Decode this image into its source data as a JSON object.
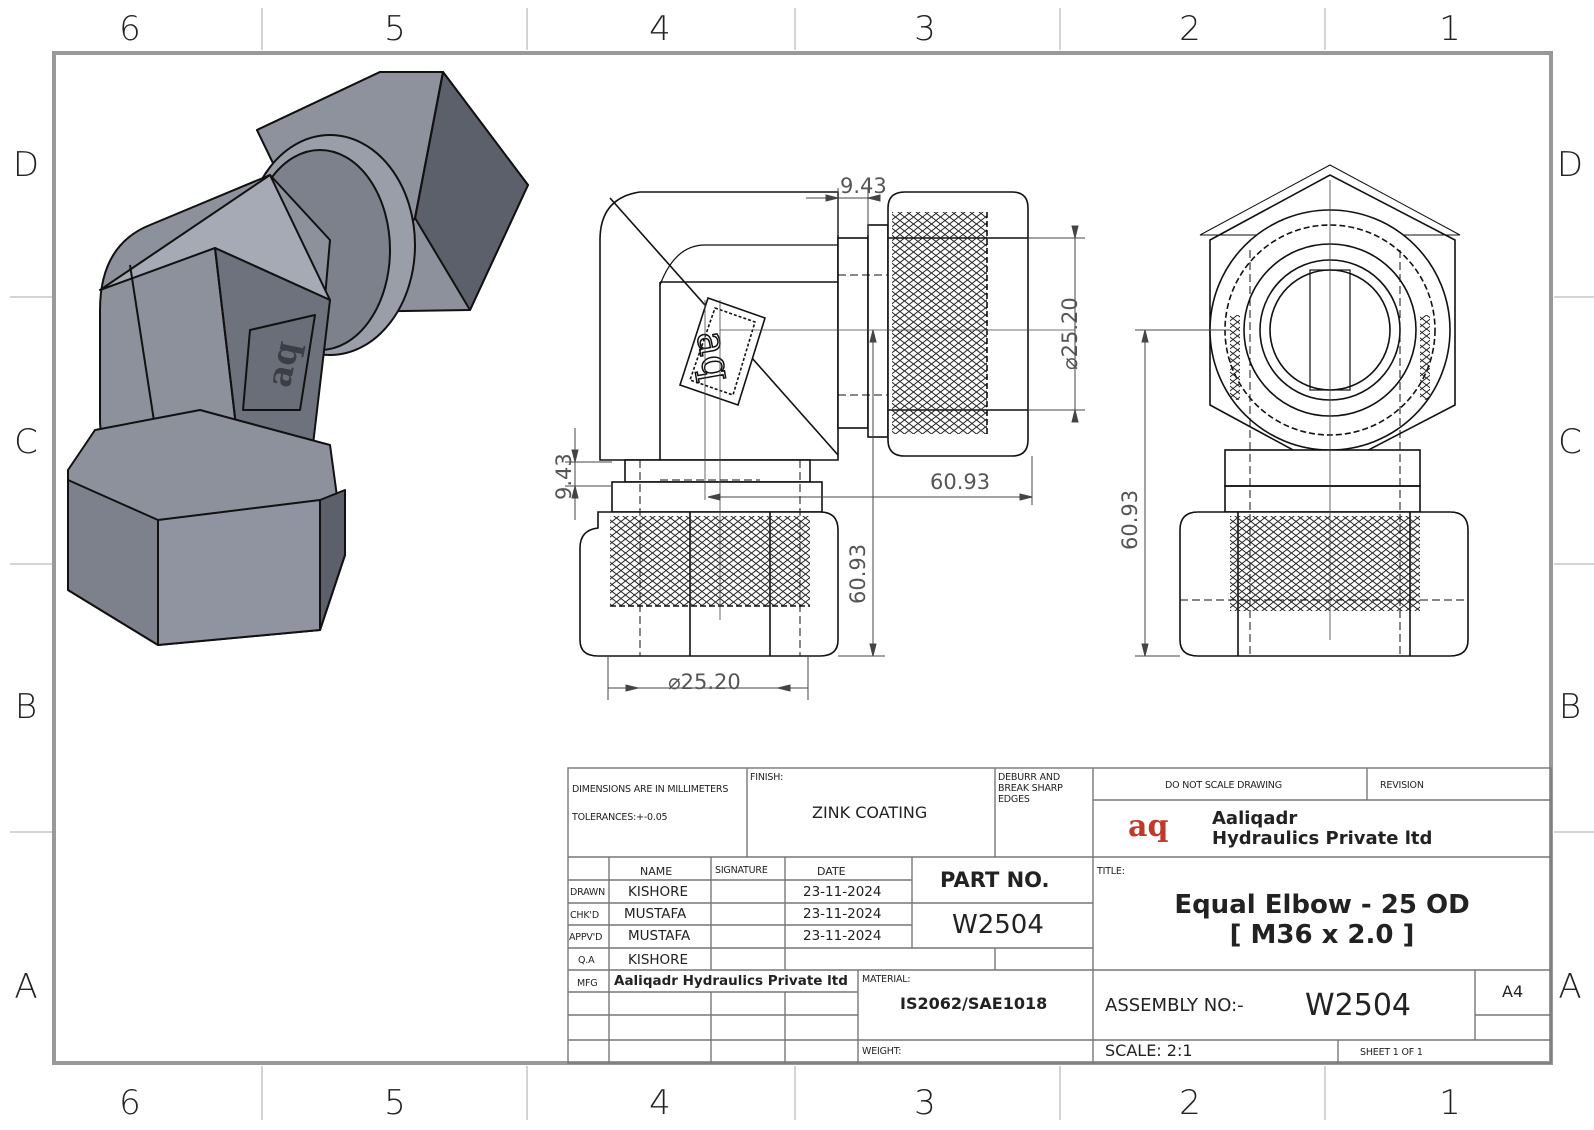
{
  "zones": {
    "columns": [
      "6",
      "5",
      "4",
      "3",
      "2",
      "1"
    ],
    "rows": [
      "D",
      "C",
      "B",
      "A"
    ]
  },
  "dimensions": {
    "top_offset": "9.43",
    "side_offset": "9.43",
    "thread_dia": "25.20",
    "thread_dia_bottom": "25.20",
    "width": "60.93",
    "height_front": "60.93",
    "height_side": "60.93",
    "diameter_symbol": "⌀"
  },
  "title_block": {
    "dims_note": "DIMENSIONS ARE IN MILLIMETERS",
    "tolerances": "TOLERANCES:+-0.05",
    "finish_label": "FINISH:",
    "finish_value": "ZINK COATING",
    "deburr_note": "DEBURR AND BREAK SHARP EDGES",
    "do_not_scale": "DO NOT SCALE DRAWING",
    "revision_label": "REVISION",
    "company_logo": "aq",
    "company_name_line1": "Aaliqadr",
    "company_name_line2": "Hydraulics Private ltd",
    "col_name": "NAME",
    "col_signature": "SIGNATURE",
    "col_date": "DATE",
    "rows": [
      {
        "role": "DRAWN",
        "name": "KISHORE",
        "date": "23-11-2024"
      },
      {
        "role": "CHK'D",
        "name": "MUSTAFA",
        "date": "23-11-2024"
      },
      {
        "role": "APPV'D",
        "name": "MUSTAFA",
        "date": "23-11-2024"
      },
      {
        "role": "Q.A",
        "name": "KISHORE",
        "date": ""
      }
    ],
    "mfg_label": "MFG",
    "mfg_value": "Aaliqadr Hydraulics Private ltd",
    "part_no_label": "PART NO.",
    "part_no_value": "W2504",
    "title_label": "TITLE:",
    "title_line1": "Equal Elbow - 25 OD",
    "title_line2": "[ M36 x 2.0 ]",
    "material_label": "MATERIAL:",
    "material_value": "IS2062/SAE1018",
    "weight_label": "WEIGHT:",
    "assembly_label": "ASSEMBLY NO:-",
    "assembly_value": "W2504",
    "sheet_size": "A4",
    "scale": "SCALE: 2:1",
    "sheet": "SHEET 1 OF 1"
  },
  "colors": {
    "logo_a": "#c0392b",
    "logo_q": "#1a1a1a",
    "part_face": "#8d919c",
    "part_dark": "#5c606b",
    "part_light": "#a6aab4"
  }
}
